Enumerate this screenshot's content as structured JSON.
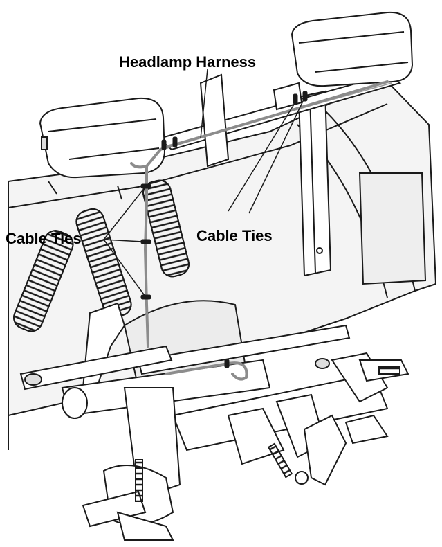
{
  "callouts": {
    "headlamp_harness": "Headlamp Harness",
    "cable_ties_left": "Cable Ties",
    "cable_ties_right": "Cable Ties"
  },
  "colors": {
    "line": "#1a1a1a",
    "shade": "#e8e8e8",
    "dark_shade": "#bdbdbd",
    "harness": "#8c8c8c",
    "paper": "#ffffff"
  },
  "components": [
    "left-headlamp",
    "right-headlamp",
    "light-bar-frame",
    "vertical-mast",
    "plow-moldboard",
    "trip-springs",
    "harness-cable",
    "cable-ties",
    "hitch-assembly"
  ]
}
